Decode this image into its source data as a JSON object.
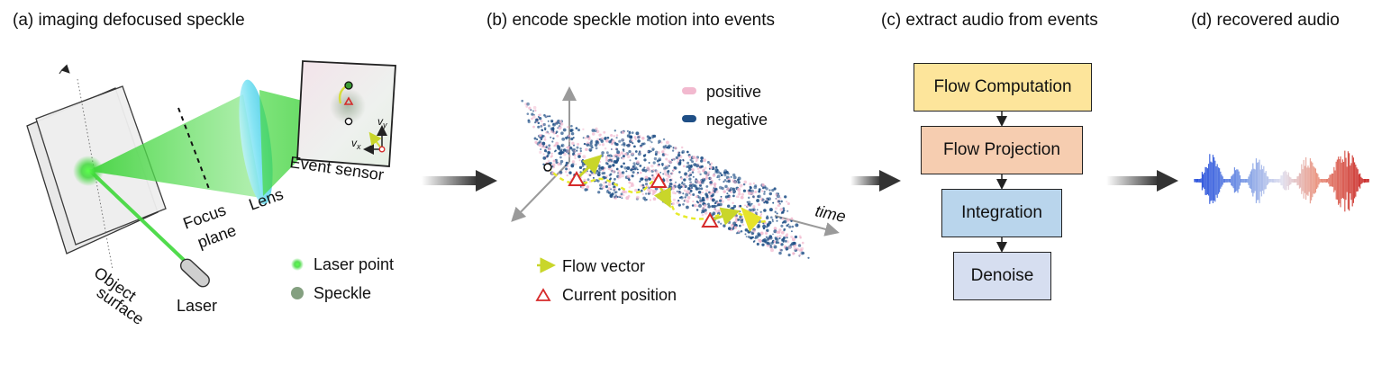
{
  "panels": {
    "a": {
      "title": "(a) imaging defocused speckle",
      "labels": {
        "object_surface_1": "Object",
        "object_surface_2": "surface",
        "laser": "Laser",
        "focus_plane_1": "Focus",
        "focus_plane_2": "plane",
        "lens": "Lens",
        "event_sensor": "Event sensor",
        "vx": "v",
        "vx_sub": "x",
        "vy": "v",
        "vy_sub": "y"
      },
      "legend": [
        {
          "label": "Laser point",
          "color": "#3ecf3a"
        },
        {
          "label": "Speckle",
          "color": "#6f8f6a"
        }
      ]
    },
    "b": {
      "title": "(b) encode speckle motion into events",
      "legend_top": [
        {
          "label": "positive",
          "color": "#f2b9cf"
        },
        {
          "label": "negative",
          "color": "#1f4f86"
        }
      ],
      "axis_label_time": "time",
      "legend_bottom": [
        {
          "label": "Flow vector",
          "icon": "flow-arrow-icon",
          "color": "#c9d62a"
        },
        {
          "label": "Current position",
          "icon": "triangle-icon",
          "color": "#d62a2a"
        }
      ]
    },
    "c": {
      "title": "(c) extract audio from events",
      "steps": [
        {
          "label": "Flow Computation",
          "color": "#fde59b"
        },
        {
          "label": "Flow Projection",
          "color": "#f6cdb0"
        },
        {
          "label": "Integration",
          "color": "#b9d5ec"
        },
        {
          "label": "Denoise",
          "color": "#d6def0"
        }
      ]
    },
    "d": {
      "title": "(d) recovered audio"
    }
  }
}
